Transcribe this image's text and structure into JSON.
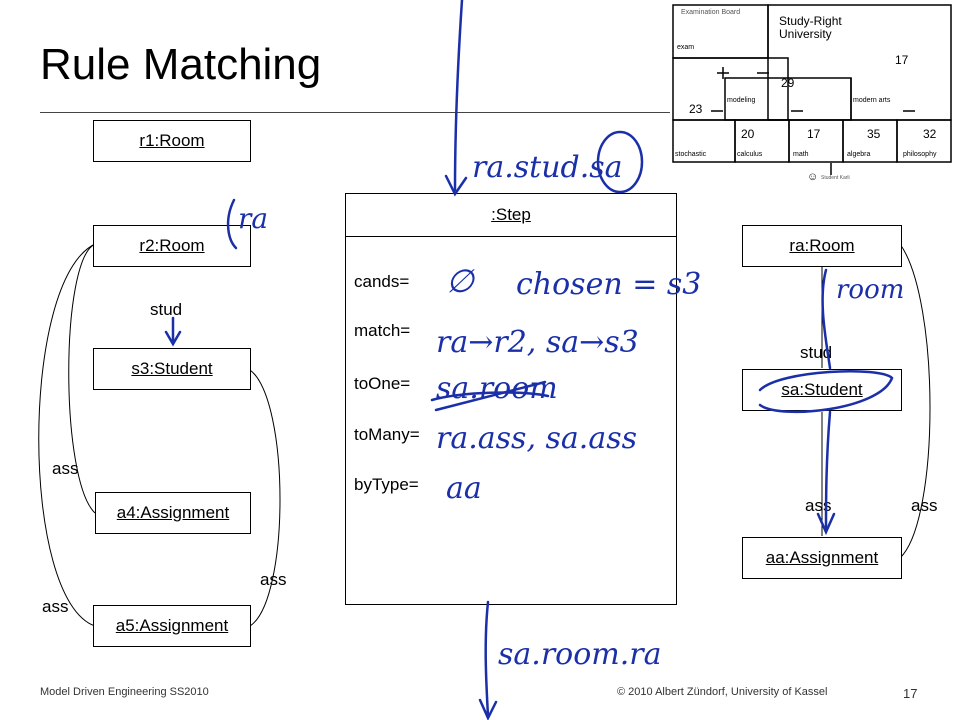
{
  "slide": {
    "title": "Rule Matching",
    "footer_left": "Model Driven Engineering SS2010",
    "footer_center": "© 2010 Albert Zündorf, University of Kassel",
    "page_number": "17"
  },
  "left_pattern": {
    "r1": "r1:Room",
    "r2": "r2:Room",
    "s3": "s3:Student",
    "a4": "a4:Assignment",
    "a5": "a5:Assignment",
    "label_stud": "stud",
    "label_ass_1": "ass",
    "label_ass_2": "ass",
    "label_ass_3": "ass"
  },
  "step": {
    "title": ":Step",
    "cands": "cands=",
    "match": "match=",
    "toOne": "toOne=",
    "toMany": "toMany=",
    "byType": "byType="
  },
  "right_pattern": {
    "ra": "ra:Room",
    "sa": "sa:Student",
    "aa": "aa:Assignment",
    "label_stud": "stud",
    "label_ass_1": "ass",
    "label_ass_2": "ass"
  },
  "handwriting": {
    "top_note": "ra.stud.sa",
    "ra_tag": "ra",
    "cands_value": "∅",
    "chosen": "chosen = s3",
    "match_value": "ra→r2, sa→s3",
    "toOne_value": "sa.room",
    "toMany_value": "ra.ass, sa.ass",
    "byType_value": "aa",
    "room_note": "room",
    "bottom_note": "sa.room.ra"
  },
  "thumbnail": {
    "examination_board": "Examination Board",
    "university": "Study-Right University",
    "exam": "exam",
    "modeling": "modeling",
    "modern_arts": "modern arts",
    "stochastic": "stochastic",
    "calculus": "calculus",
    "math": "math",
    "algebra": "algebra",
    "philosophy": "philosophy",
    "student_karli": "Student Karli",
    "n17a": "17",
    "n29": "29",
    "n23": "23",
    "n20": "20",
    "n17b": "17",
    "n35": "35",
    "n32": "32"
  },
  "colors": {
    "ink": "#1a2fa8",
    "line": "#000000"
  }
}
